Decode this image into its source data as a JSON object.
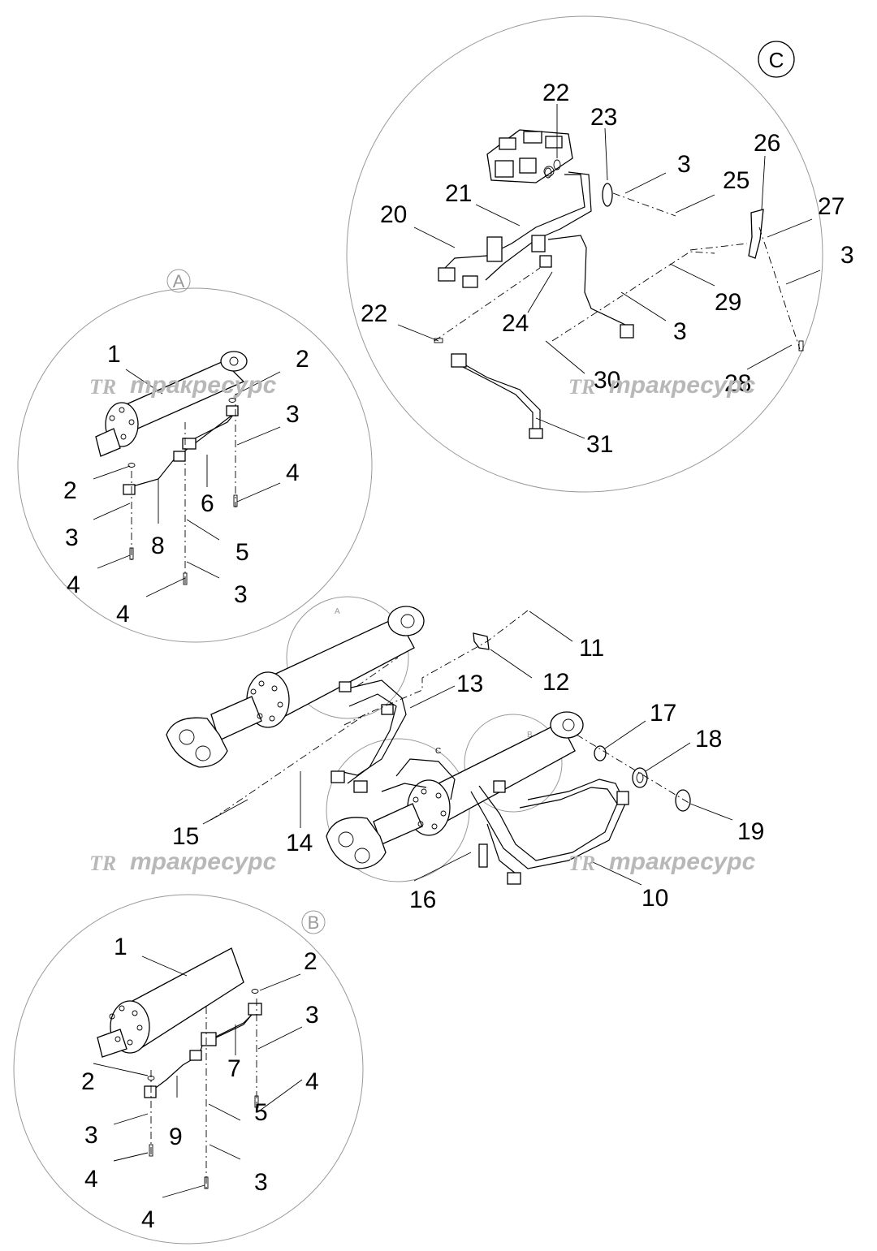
{
  "detail_a": {
    "tag": "A",
    "labels": [
      "1",
      "2",
      "3",
      "4",
      "2",
      "6",
      "3",
      "8",
      "5",
      "4",
      "3",
      "4"
    ]
  },
  "detail_b": {
    "tag": "B",
    "labels": [
      "1",
      "2",
      "3",
      "2",
      "7",
      "4",
      "3",
      "9",
      "5",
      "4",
      "3",
      "4"
    ]
  },
  "detail_c": {
    "tag": "C",
    "labels": [
      "22",
      "23",
      "26",
      "3",
      "25",
      "21",
      "20",
      "27",
      "3",
      "29",
      "22",
      "24",
      "3",
      "30",
      "28",
      "31"
    ]
  },
  "main": {
    "labels": [
      "11",
      "12",
      "13",
      "17",
      "18",
      "15",
      "14",
      "19",
      "16",
      "10"
    ],
    "small_tags": [
      "A",
      "C",
      "B"
    ]
  },
  "watermark": {
    "logo": "TR",
    "text": "тракресурс"
  }
}
